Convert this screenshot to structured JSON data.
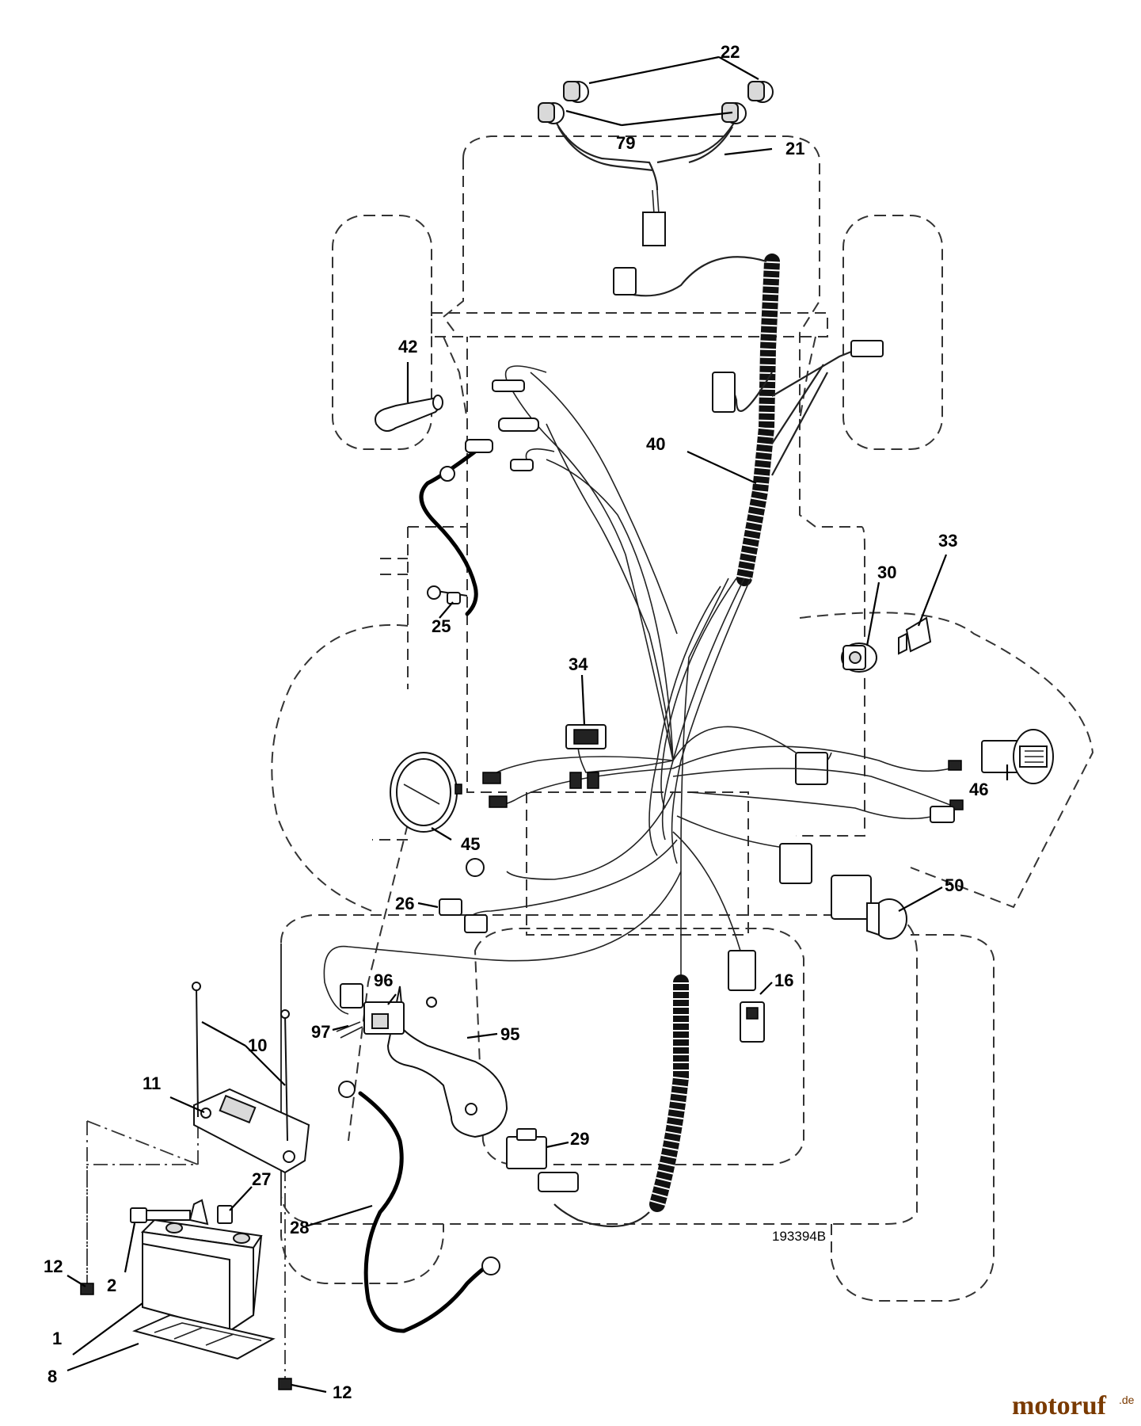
{
  "diagram": {
    "drawing_number": "193394B",
    "watermark": {
      "brand": "motoruf",
      "suffix": ".de"
    },
    "callouts": [
      {
        "id": "c22",
        "label": "22"
      },
      {
        "id": "c79",
        "label": "79"
      },
      {
        "id": "c21",
        "label": "21"
      },
      {
        "id": "c42",
        "label": "42"
      },
      {
        "id": "c40",
        "label": "40"
      },
      {
        "id": "c33",
        "label": "33"
      },
      {
        "id": "c30",
        "label": "30"
      },
      {
        "id": "c25",
        "label": "25"
      },
      {
        "id": "c34",
        "label": "34"
      },
      {
        "id": "c46",
        "label": "46"
      },
      {
        "id": "c45",
        "label": "45"
      },
      {
        "id": "c50",
        "label": "50"
      },
      {
        "id": "c26",
        "label": "26"
      },
      {
        "id": "c16",
        "label": "16"
      },
      {
        "id": "c96",
        "label": "96"
      },
      {
        "id": "c97",
        "label": "97"
      },
      {
        "id": "c95",
        "label": "95"
      },
      {
        "id": "c10",
        "label": "10"
      },
      {
        "id": "c11",
        "label": "11"
      },
      {
        "id": "c29",
        "label": "29"
      },
      {
        "id": "c27",
        "label": "27"
      },
      {
        "id": "c28",
        "label": "28"
      },
      {
        "id": "c12a",
        "label": "12"
      },
      {
        "id": "c2",
        "label": "2"
      },
      {
        "id": "c1",
        "label": "1"
      },
      {
        "id": "c8",
        "label": "8"
      },
      {
        "id": "c12b",
        "label": "12"
      }
    ]
  }
}
